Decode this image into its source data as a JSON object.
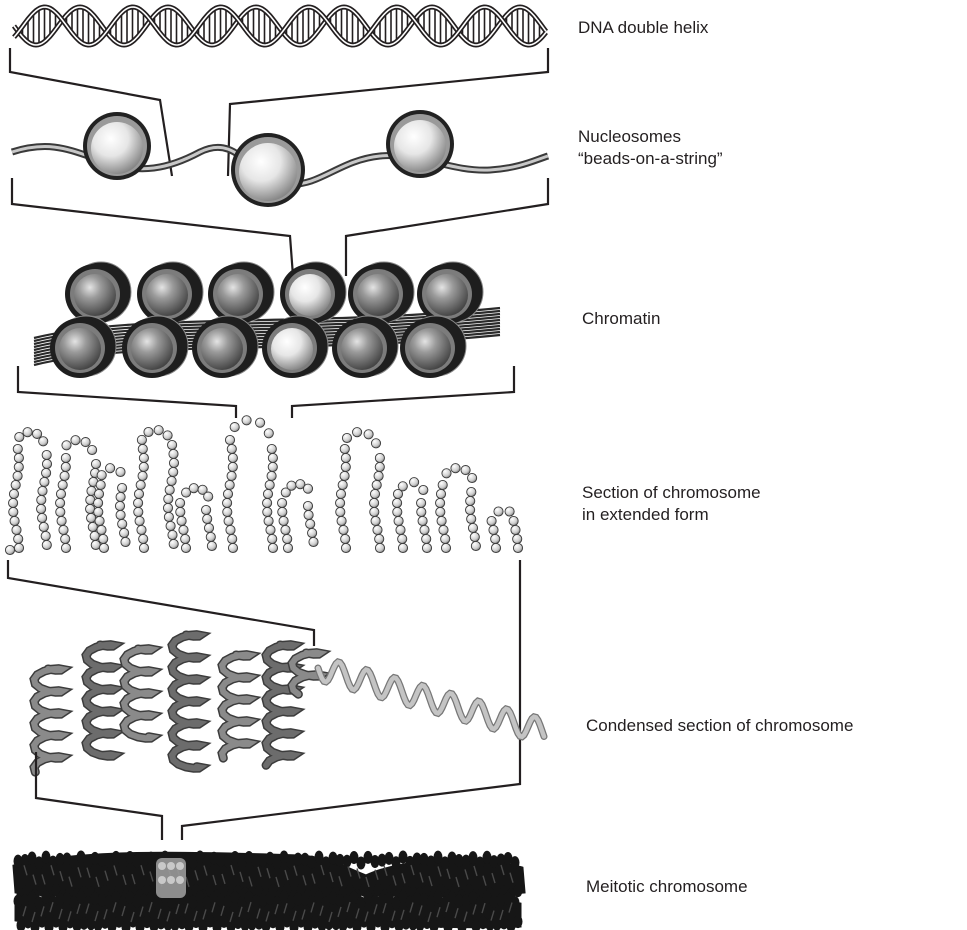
{
  "diagram": {
    "labels": {
      "dna": "DNA double helix",
      "nucleosomes_line1": "Nucleosomes",
      "nucleosomes_line2": "“beads-on-a-string”",
      "chromatin": "Chromatin",
      "extended_line1": "Section of chromosome",
      "extended_line2": "in extended form",
      "condensed": "Condensed section of chromosome",
      "mitotic": "Meitotic chromosome"
    },
    "colors": {
      "ink": "#231f20",
      "bead_light": "#f2f2f2",
      "bead_dark": "#5e5e5e",
      "fiber_gray": "#8a8a8a",
      "fiber_light": "#c4c4c4",
      "centromere": "#9a9a9a"
    }
  }
}
